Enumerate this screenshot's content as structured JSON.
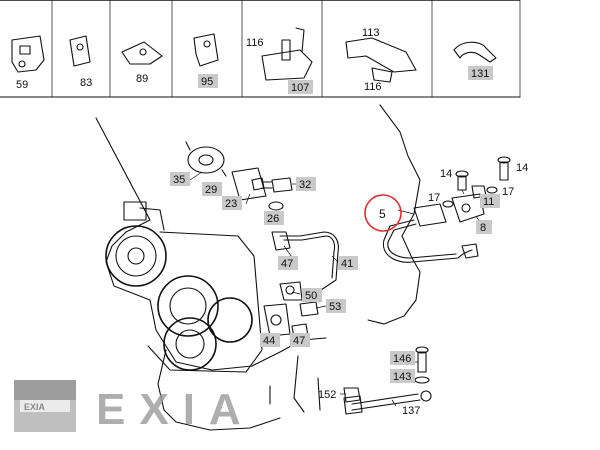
{
  "header_parts": [
    {
      "ref": "59",
      "highlighted": false
    },
    {
      "ref": "83",
      "highlighted": false
    },
    {
      "ref": "89",
      "highlighted": false
    },
    {
      "ref": "95",
      "highlighted": true
    },
    {
      "ref": "116",
      "highlighted": false
    },
    {
      "ref": "107",
      "highlighted": true
    },
    {
      "ref": "113",
      "highlighted": false
    },
    {
      "ref": "116",
      "highlighted": false
    },
    {
      "ref": "131",
      "highlighted": true
    }
  ],
  "callouts": [
    {
      "ref": "35",
      "highlighted": true
    },
    {
      "ref": "29",
      "highlighted": true
    },
    {
      "ref": "32",
      "highlighted": true
    },
    {
      "ref": "23",
      "highlighted": true
    },
    {
      "ref": "26",
      "highlighted": true
    },
    {
      "ref": "47",
      "highlighted": true
    },
    {
      "ref": "41",
      "highlighted": true
    },
    {
      "ref": "50",
      "highlighted": true
    },
    {
      "ref": "53",
      "highlighted": true
    },
    {
      "ref": "44",
      "highlighted": true
    },
    {
      "ref": "47",
      "highlighted": true
    },
    {
      "ref": "5",
      "highlighted": false,
      "circled": true
    },
    {
      "ref": "14",
      "highlighted": false
    },
    {
      "ref": "14",
      "highlighted": false
    },
    {
      "ref": "17",
      "highlighted": false
    },
    {
      "ref": "17",
      "highlighted": false
    },
    {
      "ref": "11",
      "highlighted": true
    },
    {
      "ref": "8",
      "highlighted": true
    },
    {
      "ref": "146",
      "highlighted": true
    },
    {
      "ref": "143",
      "highlighted": true
    },
    {
      "ref": "152",
      "highlighted": false
    },
    {
      "ref": "137",
      "highlighted": false
    }
  ],
  "watermark": {
    "text": "EXIA",
    "logo_text": "EXIA"
  },
  "colors": {
    "ink": "#111111",
    "highlight": "#c9c9c9",
    "circle": "#e0302e",
    "watermark": "#9a9a9a"
  }
}
